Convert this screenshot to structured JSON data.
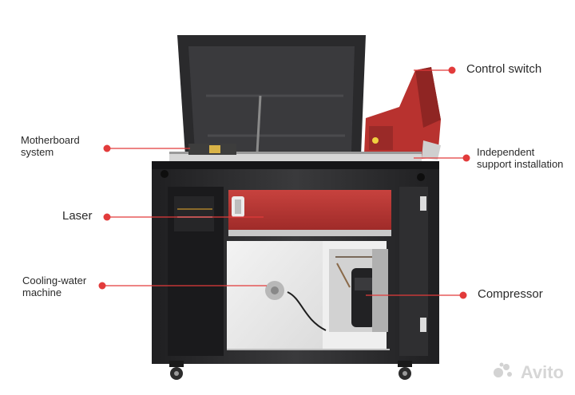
{
  "colors": {
    "callout": "#e23b3b",
    "cabinet": "#2b2b2d",
    "laser_tube": "#b7322f",
    "background": "#ffffff"
  },
  "labels": {
    "control_switch": "Control switch",
    "motherboard_line1": "Motherboard",
    "motherboard_line2": "system",
    "independent_line1": "Independent",
    "independent_line2": "support installation",
    "laser": "Laser",
    "cooling_line1": "Cooling-water",
    "cooling_line2": "machine",
    "compressor": "Compressor"
  },
  "watermark": {
    "icon": "avito-dots-icon",
    "text": "Avito"
  }
}
